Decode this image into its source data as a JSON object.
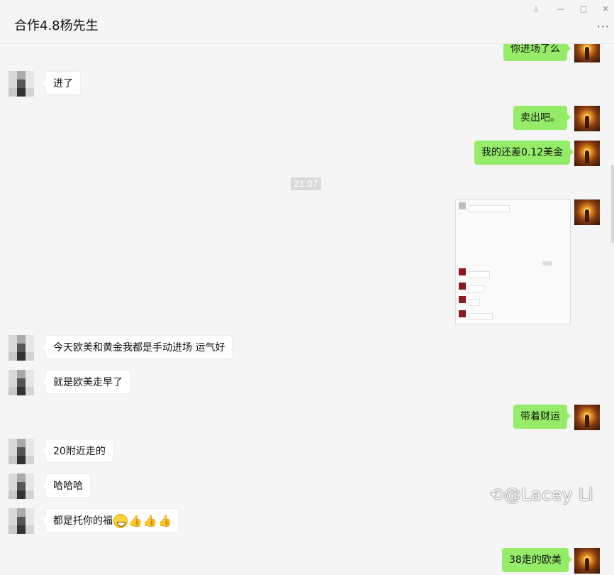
{
  "window": {
    "title": "合作4.8杨先生",
    "pin_icon": "pin-icon",
    "minimize_icon": "minimize-icon",
    "maximize_icon": "maximize-icon",
    "close_icon": "close-icon",
    "more_icon": "more-icon"
  },
  "messages": {
    "m1": "你进场了么",
    "m2": "进了",
    "m3": "卖出吧。",
    "m4": "我的还差0.12美金",
    "m5": "今天欧美和黄金我都是手动进场 运气好",
    "m6": "就是欧美走早了",
    "m7": "带着财运",
    "m8": "20附近走的",
    "m9": "哈哈哈",
    "m10": "都是托你的福",
    "m11": "38走的欧美"
  },
  "timestamp": "21:07",
  "emojis": [
    "grin-emoji",
    "thumbs-up-emoji",
    "thumbs-up-emoji",
    "thumbs-up-emoji"
  ],
  "watermark": "@Lacey Li"
}
